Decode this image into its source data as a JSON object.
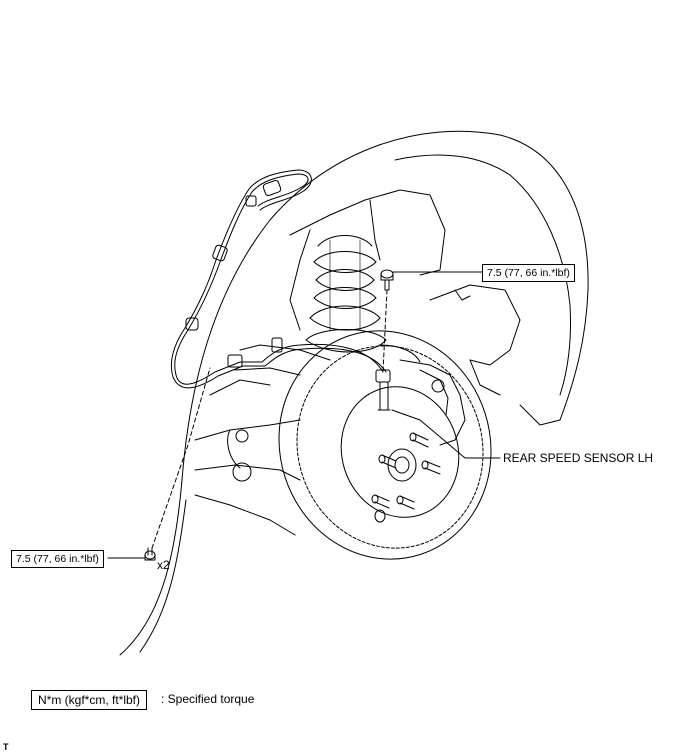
{
  "callouts": {
    "torque_upper": "7.5 (77, 66 in.*lbf)",
    "torque_lower": "7.5 (77, 66 in.*lbf)",
    "quantity": "x2",
    "part_label": "REAR SPEED SENSOR LH"
  },
  "legend": {
    "unit_box": "N*m (kgf*cm, ft*lbf)",
    "description": ": Specified torque"
  },
  "corner_mark": "T"
}
